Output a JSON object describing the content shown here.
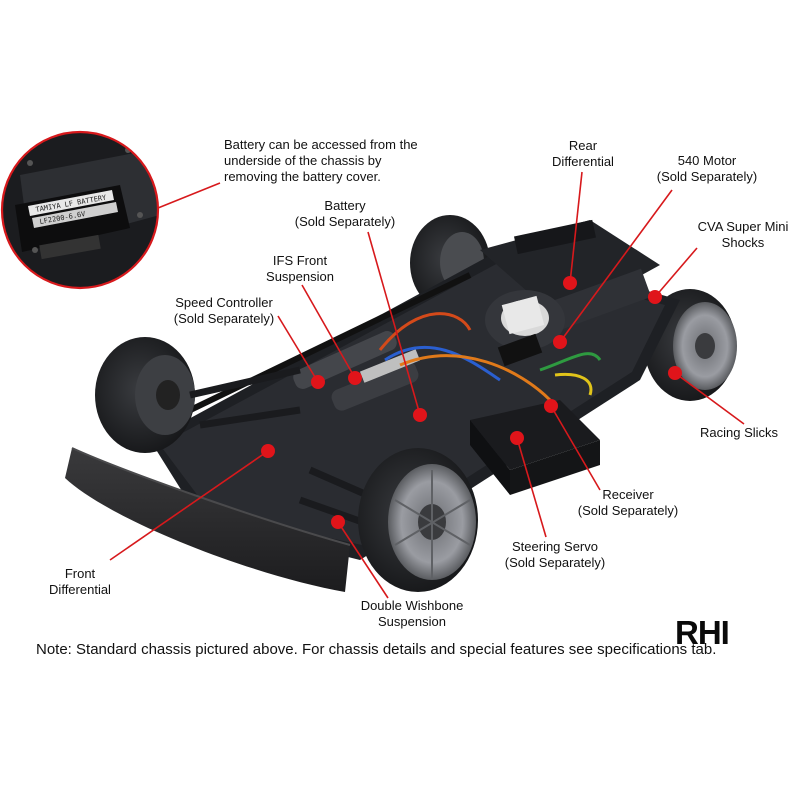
{
  "callouts": {
    "battery_access": {
      "lines": [
        "Battery can be accessed from the",
        "underside of the chassis by",
        "removing the battery cover."
      ]
    },
    "rear_differential": {
      "lines": [
        "Rear",
        "Differential"
      ]
    },
    "motor_540": {
      "lines": [
        "540 Motor",
        "(Sold Separately)"
      ]
    },
    "cva_shocks": {
      "lines": [
        "CVA Super Mini",
        "Shocks"
      ]
    },
    "battery": {
      "lines": [
        "Battery",
        "(Sold Separately)"
      ]
    },
    "ifs_front_suspension": {
      "lines": [
        "IFS Front",
        "Suspension"
      ]
    },
    "speed_controller": {
      "lines": [
        "Speed Controller",
        "(Sold Separately)"
      ]
    },
    "racing_slicks": {
      "lines": [
        "Racing Slicks"
      ]
    },
    "receiver": {
      "lines": [
        "Receiver",
        "(Sold Separately)"
      ]
    },
    "steering_servo": {
      "lines": [
        "Steering Servo",
        "(Sold Separately)"
      ]
    },
    "front_differential": {
      "lines": [
        "Front",
        "Differential"
      ]
    },
    "double_wishbone": {
      "lines": [
        "Double Wishbone",
        "Suspension"
      ]
    }
  },
  "battery_inset": {
    "label_top": "TAMIYA LF BATTERY",
    "label_bottom": "LF2200-6.6V"
  },
  "note": "Note: Standard chassis pictured above. For chassis details and special features see specifications tab.",
  "watermark": "RHI",
  "colors": {
    "pointer": "#d7191c",
    "dot": "#e0141a",
    "chassis": "#1e2024",
    "wheel": "#2a2c30",
    "rim": "#8e9096",
    "bumper": "#2b2b2d"
  }
}
